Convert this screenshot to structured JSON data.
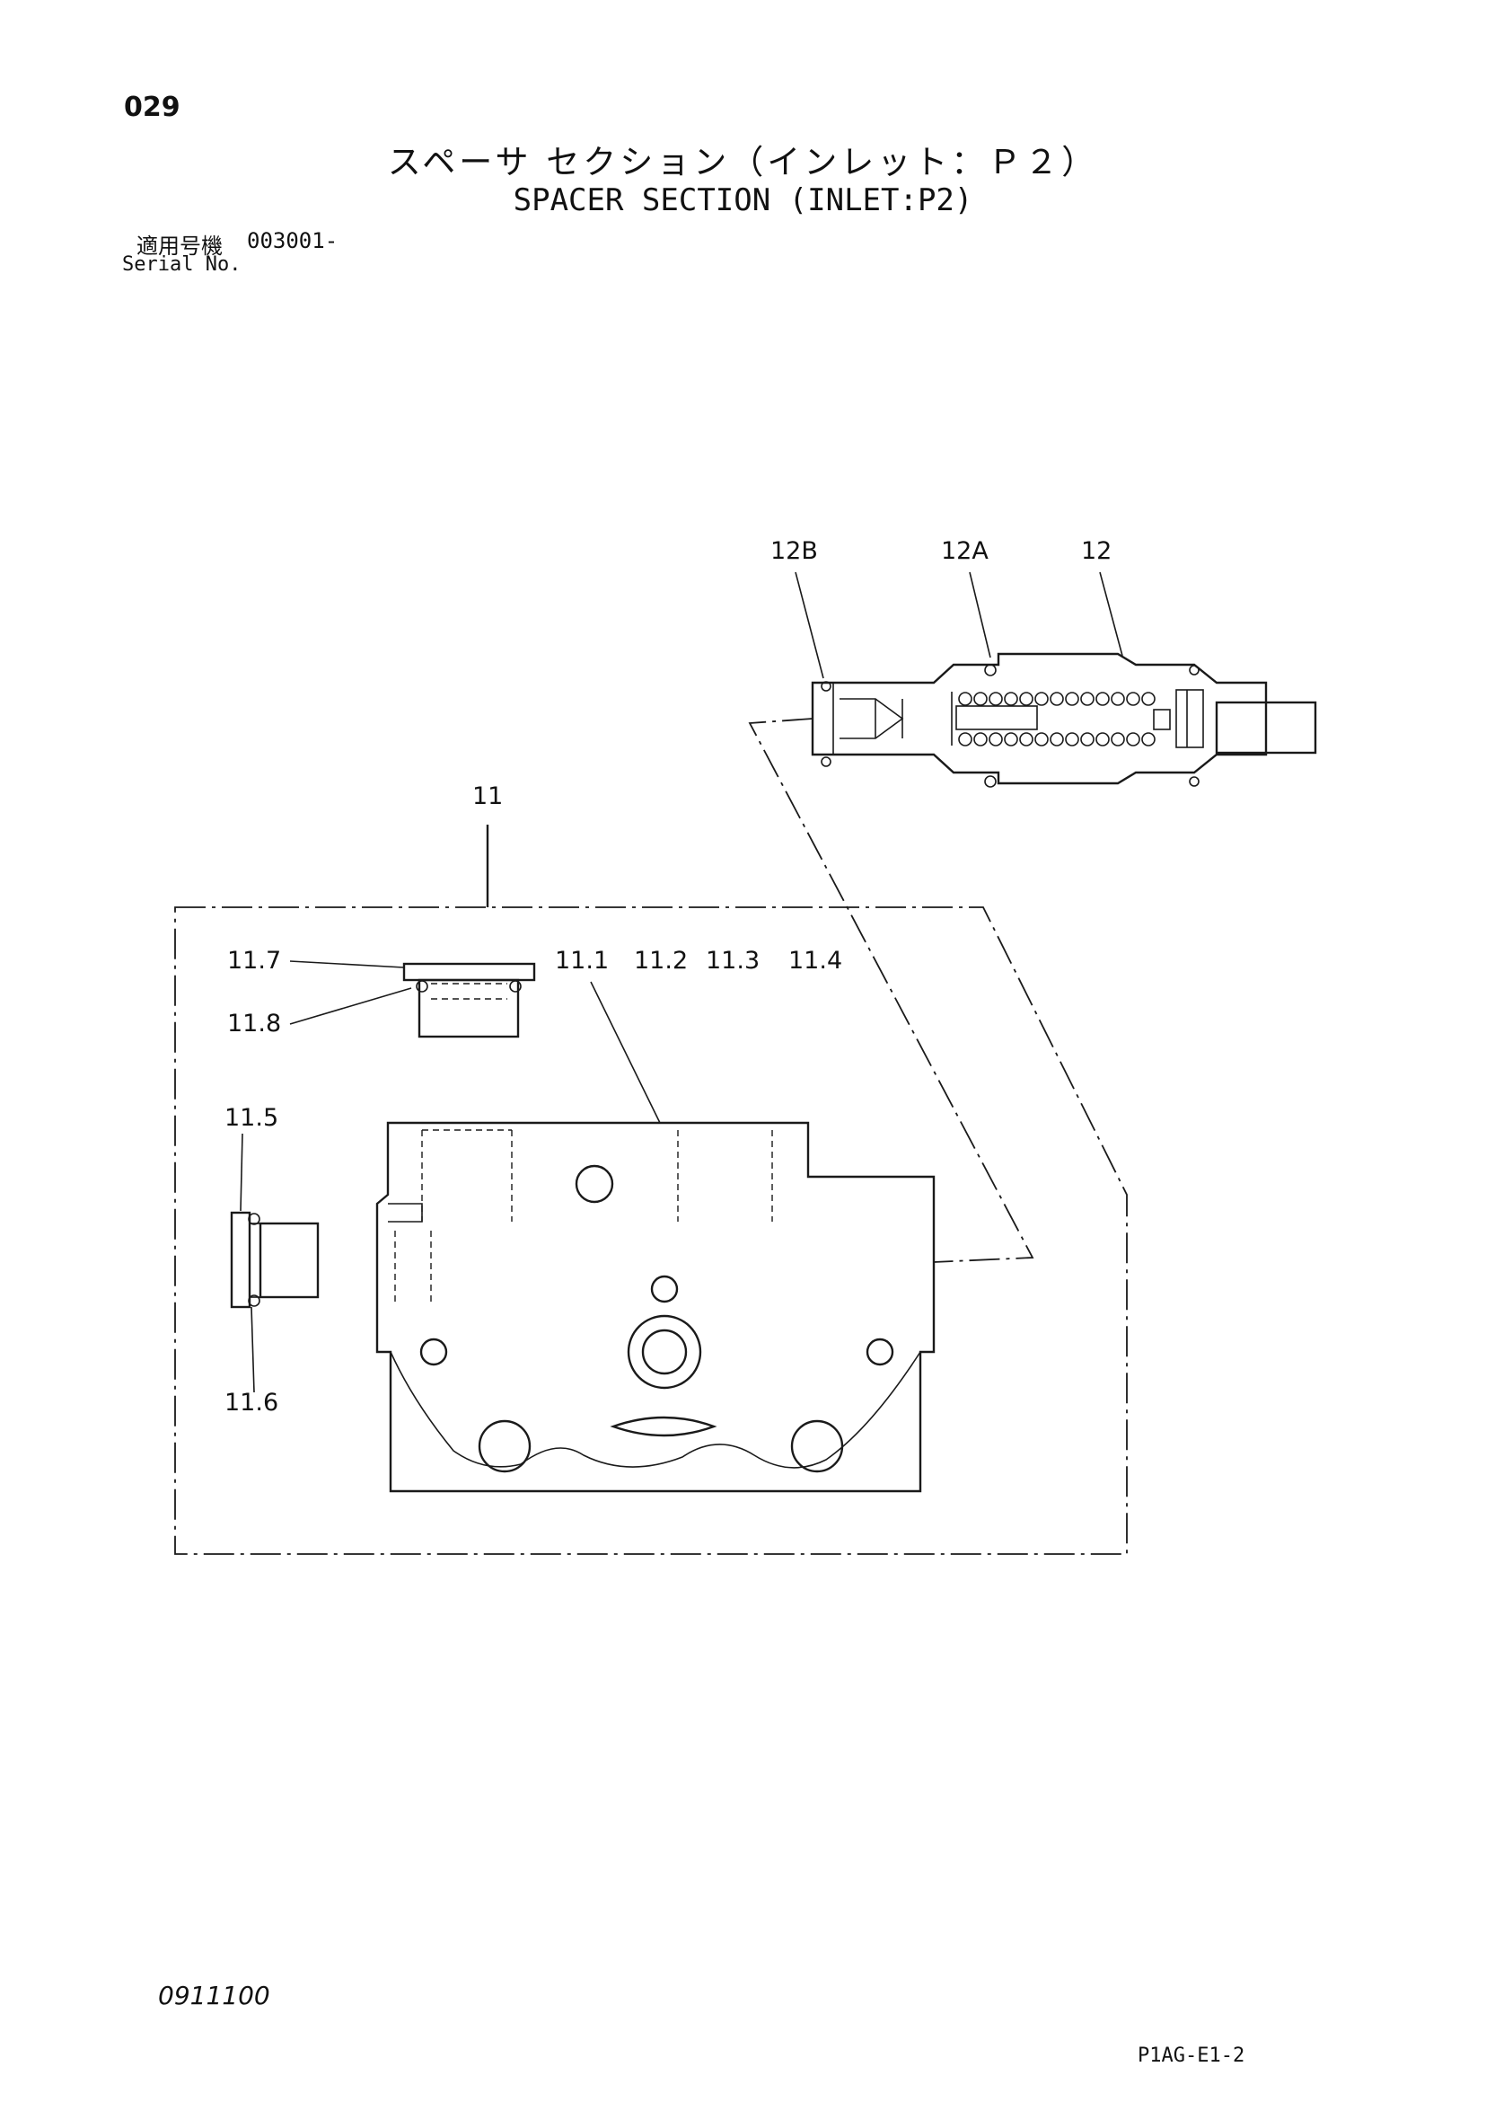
{
  "header": {
    "page_number": "029",
    "title_jp": "スペーサ セクション（インレット：Ｐ２）",
    "title_en": "SPACER SECTION (INLET:P2)",
    "serial_label_jp": "適用号機",
    "serial_value": "003001-",
    "serial_label_en": "Serial No."
  },
  "callouts": {
    "c12B": "12B",
    "c12A": "12A",
    "c12": "12",
    "c11": "11",
    "c11_7": "11.7",
    "c11_8": "11.8",
    "c11_1": "11.1",
    "c11_2": "11.2",
    "c11_3": "11.3",
    "c11_4": "11.4",
    "c11_5": "11.5",
    "c11_6": "11.6"
  },
  "footer": {
    "doc_code": "0911100",
    "page_code": "P1AG-E1-2"
  }
}
